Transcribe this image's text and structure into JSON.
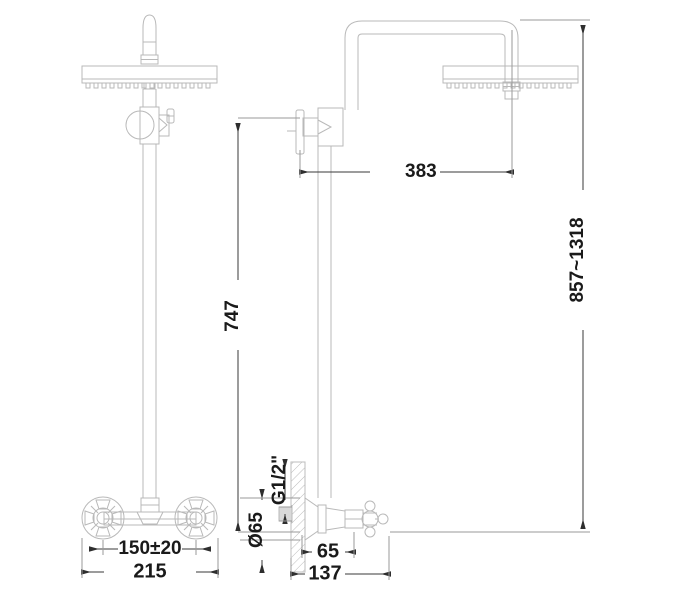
{
  "drawing": {
    "type": "technical-dimension-drawing",
    "subject": "wall-mounted shower column with rain shower head and mixer valve",
    "views": [
      {
        "name": "front-view",
        "position": "left"
      },
      {
        "name": "side-view",
        "position": "right"
      }
    ],
    "line_color": "#b5b5b5",
    "dim_line_color": "#3a3a3a",
    "text_color": "#1a1a1a",
    "background": "#ffffff"
  },
  "dimensions": {
    "horizontal_arm_reach": {
      "label": "383",
      "units": "mm",
      "orientation": "horizontal",
      "view": "side-view"
    },
    "riser_height": {
      "label": "747",
      "units": "mm",
      "orientation": "vertical-rotated",
      "view": "front-view"
    },
    "total_height_range": {
      "label": "857~1318",
      "units": "mm",
      "orientation": "vertical-rotated",
      "view": "side-view"
    },
    "inlet_centers": {
      "label": "150±20",
      "units": "mm",
      "orientation": "horizontal",
      "view": "front-view"
    },
    "body_width": {
      "label": "215",
      "units": "mm",
      "orientation": "horizontal",
      "view": "front-view"
    },
    "wall_projection": {
      "label": "65",
      "units": "mm",
      "orientation": "horizontal",
      "view": "side-view"
    },
    "total_projection": {
      "label": "137",
      "units": "mm",
      "orientation": "horizontal",
      "view": "side-view"
    },
    "escutcheon_diameter": {
      "label": "Ø65",
      "units": "mm",
      "orientation": "vertical-rotated",
      "view": "side-view"
    },
    "inlet_thread": {
      "label": "G1/2\"",
      "units": "inch-thread",
      "orientation": "vertical-rotated",
      "view": "side-view"
    }
  }
}
